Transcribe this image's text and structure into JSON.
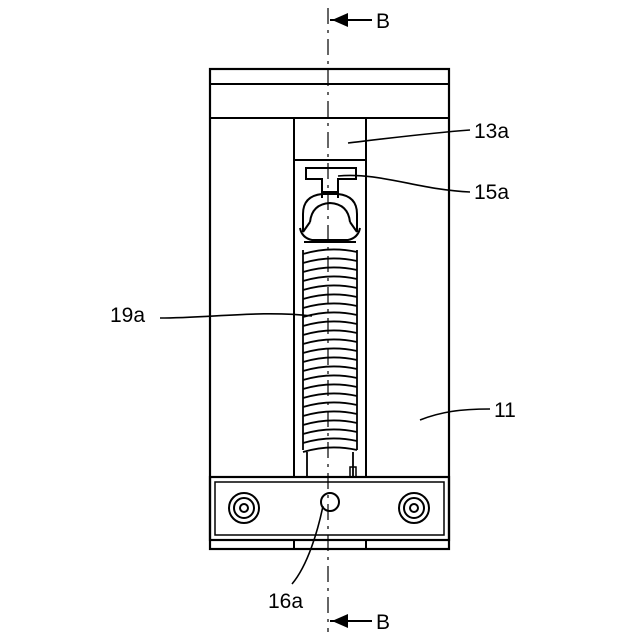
{
  "section_mark_top": "B",
  "section_mark_bottom": "B",
  "labels": {
    "part_13a": "13a",
    "part_15a": "15a",
    "part_19a": "19a",
    "part_11": "11",
    "part_16a": "16a"
  },
  "colors": {
    "line": "#000000",
    "background": "#ffffff"
  }
}
